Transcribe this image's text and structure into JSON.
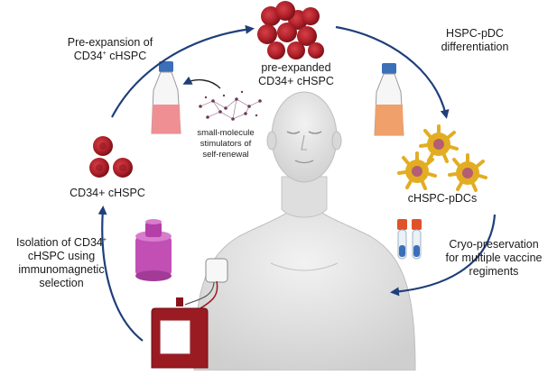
{
  "steps": {
    "pre_expansion": {
      "line1_prefix": "Pre-expansion of",
      "line2_prefix": "CD34",
      "line2_sup": "+",
      "line2_suffix": " cHSPC"
    },
    "pre_expanded": {
      "line1": "pre-expanded",
      "line2": "CD34+ cHSPC"
    },
    "differentiation": {
      "line1": "HSPC-pDC",
      "line2": "differentiation"
    },
    "stimulators": {
      "line1": "small-molecule",
      "line2": "stimulators of",
      "line3": "self-renewal"
    },
    "cd34_cells": {
      "label": "CD34+ cHSPC"
    },
    "pdcs": {
      "label": "cHSPC-pDCs"
    },
    "isolation": {
      "line1_prefix": "Isolation of CD34",
      "line1_sup": "+",
      "line2": "cHSPC using",
      "line3": "immunomagnetic",
      "line4": "selection"
    },
    "cryo": {
      "line1": "Cryo-preservation",
      "line2": "for multiple vaccine",
      "line3": "regiments"
    }
  },
  "colors": {
    "arrow": "#1f3f7a",
    "cell": "#b3222b",
    "cell_dark": "#8e1620",
    "pdc": "#e2ad22",
    "flask_pink": "#f08f93",
    "flask_orange": "#f0a06a",
    "flask_cap": "#3b6fb8",
    "magnet": "#c14fb4",
    "blood": "#9a1b22",
    "vial_cap": "#e0522a"
  }
}
